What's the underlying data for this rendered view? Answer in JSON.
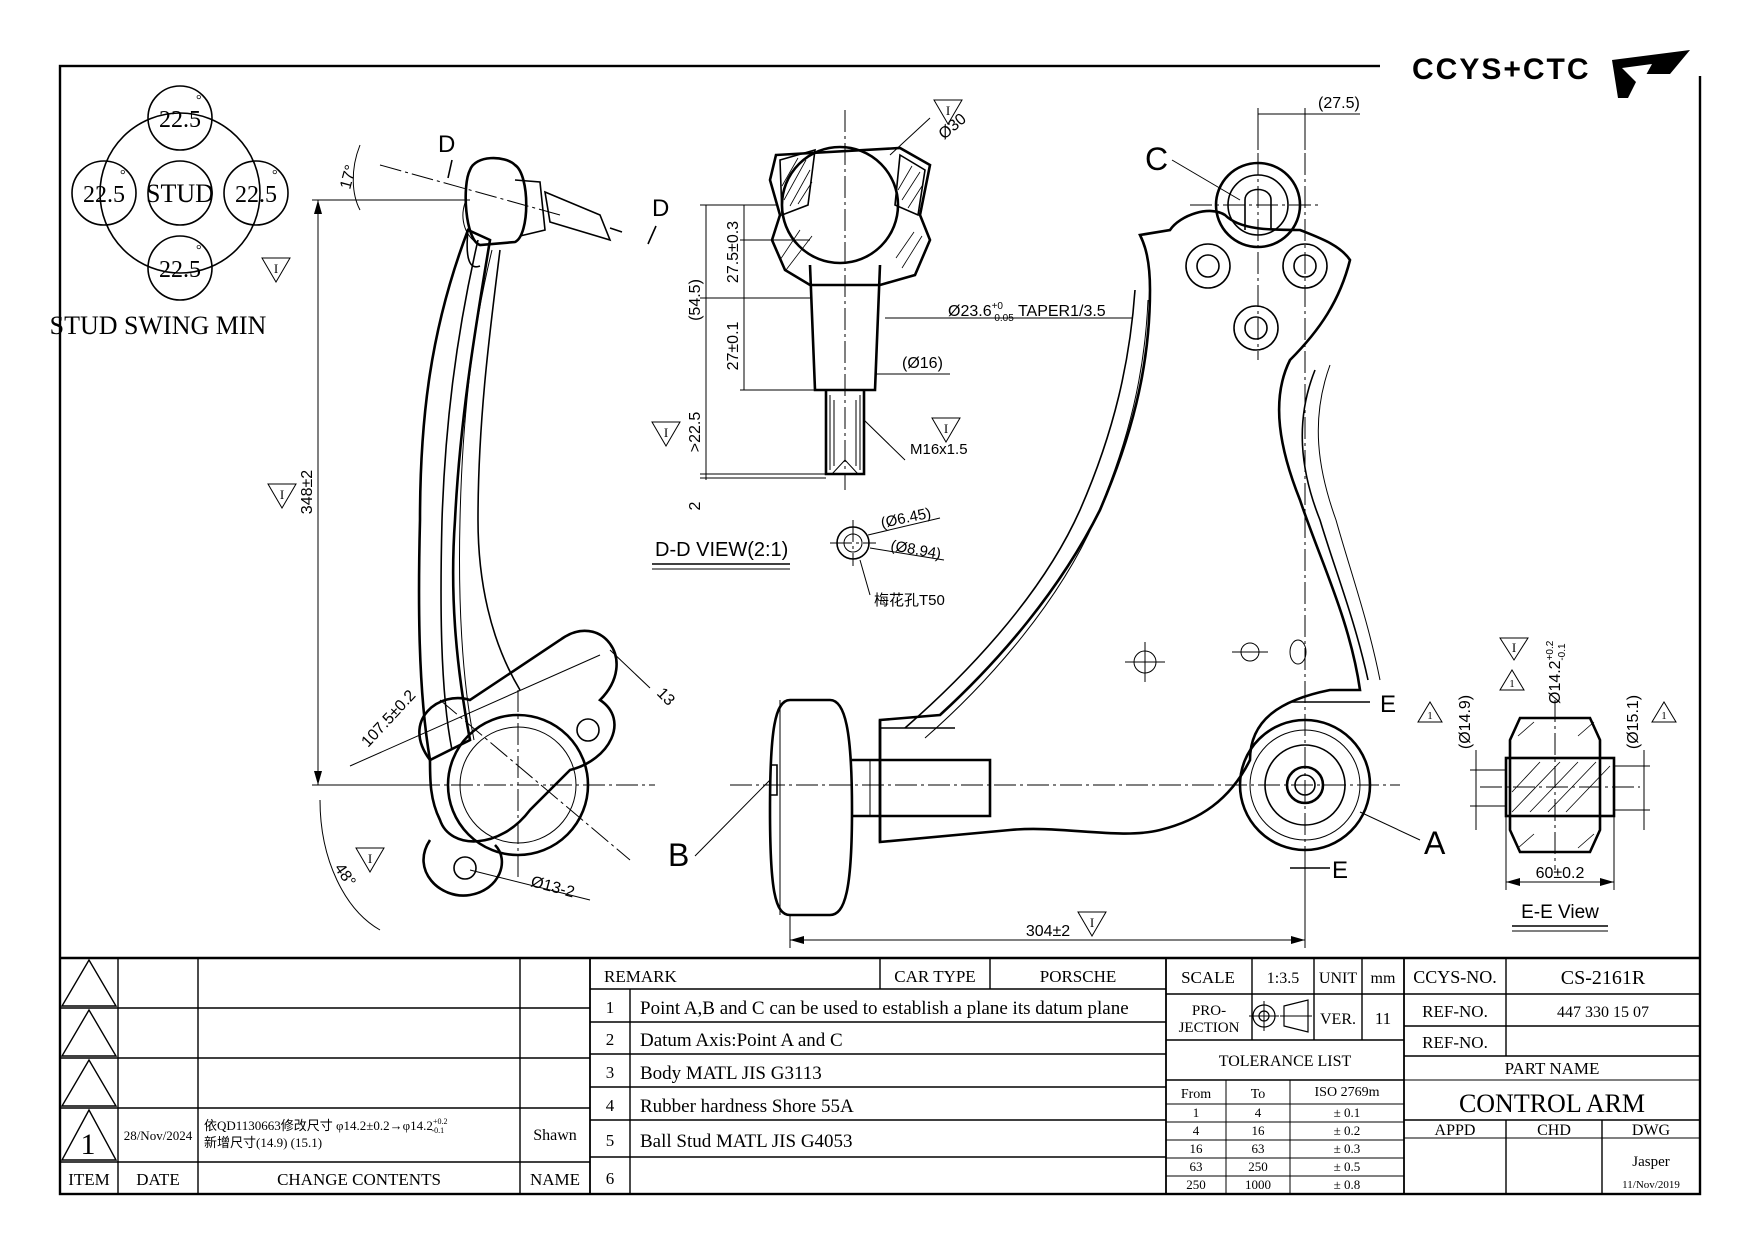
{
  "logo": {
    "text": "CCYS+CTC"
  },
  "stud_swing": {
    "title": "STUD SWING MIN",
    "center_label": "STUD",
    "angle_top": "22.5",
    "angle_left": "22.5",
    "angle_right": "22.5",
    "angle_bottom": "22.5",
    "degree_mark": "°"
  },
  "feature_mark": "I",
  "dimensions": {
    "stud_tilt": "17°",
    "section_d": "D",
    "height_348": "348±2",
    "dim_107": "107.5±0.2",
    "dim_13": "13",
    "dim_48": "48°",
    "hole_13": "Ø13-2",
    "label_b": "B",
    "dim_304": "304±2",
    "dia_30": "Ø30",
    "dim_54": "(54.5)",
    "dim_27_top": "27.5±0.3",
    "dim_27_low": "27±0.1",
    "taper": "Ø23.6",
    "taper_sup": "+0",
    "taper_sub": "-0.05",
    "taper_tail": " TAPER1/3.5",
    "dia_16": "(Ø16)",
    "thread": "M16x1.5",
    "min_22": ">22.5",
    "dim_2": "2",
    "dd_view": "D-D VIEW(2:1)",
    "dia_645": "(Ø6.45)",
    "dia_894": "(Ø8.94)",
    "torx": "梅花孔T50",
    "dim_275": "(27.5)",
    "label_c": "C",
    "label_e": "E",
    "label_a": "A",
    "dia_149": "(Ø14.9)",
    "dia_142": "Ø14.2",
    "dia_142_sup": "+0.2",
    "dia_142_sub": "-0.1",
    "dia_151": "(Ø15.1)",
    "dim_60": "60±0.2",
    "ee_view": "E-E View"
  },
  "revision_table": {
    "rows": [
      {
        "item": "",
        "date": "",
        "contents": "",
        "name": ""
      },
      {
        "item": "",
        "date": "",
        "contents": "",
        "name": ""
      },
      {
        "item": "",
        "date": "",
        "contents": "",
        "name": ""
      },
      {
        "item": "1",
        "date": "28/Nov/2024",
        "contents_line1": "依QD1130663修改尺寸 φ14.2±0.2→φ14.2",
        "contents_sup": "+0.2",
        "contents_sub": "-0.1",
        "contents_line2": "新增尺寸(14.9) (15.1)",
        "name": "Shawn"
      }
    ],
    "headers": {
      "item": "ITEM",
      "date": "DATE",
      "contents": "CHANGE CONTENTS",
      "name": "NAME"
    }
  },
  "remarks": {
    "header": "REMARK",
    "car_type_label": "CAR TYPE",
    "car_type": "PORSCHE",
    "items": [
      {
        "no": "1",
        "text": "Point A,B and C can be used to establish a plane its datum plane"
      },
      {
        "no": "2",
        "text": "Datum Axis:Point A and C"
      },
      {
        "no": "3",
        "text": "Body MATL JIS G3113"
      },
      {
        "no": "4",
        "text": "Rubber hardness Shore 55A"
      },
      {
        "no": "5",
        "text": "Ball Stud MATL JIS G4053"
      },
      {
        "no": "6",
        "text": ""
      }
    ]
  },
  "title_block": {
    "scale_label": "SCALE",
    "scale": "1:3.5",
    "unit_label": "UNIT",
    "unit": "mm",
    "projection_label_1": "PRO-",
    "projection_label_2": "JECTION",
    "ver_label": "VER.",
    "ver": "11",
    "ccys_no_label": "CCYS-NO.",
    "ccys_no": "CS-2161R",
    "ref_no_label": "REF-NO.",
    "ref_no": "447 330 15 07",
    "ref_no_label_2": "REF-NO.",
    "ref_no_2": "",
    "part_name_label": "PART NAME",
    "part_name": "CONTROL ARM",
    "appd_label": "APPD",
    "chd_label": "CHD",
    "dwg_label": "DWG",
    "drawn_by": "Jasper",
    "drawn_date": "11/Nov/2019"
  },
  "tolerance_list": {
    "title": "TOLERANCE LIST",
    "headers": [
      "From",
      "To",
      "ISO 2769m"
    ],
    "rows": [
      [
        "1",
        "4",
        "± 0.1"
      ],
      [
        "4",
        "16",
        "± 0.2"
      ],
      [
        "16",
        "63",
        "± 0.3"
      ],
      [
        "63",
        "250",
        "± 0.5"
      ],
      [
        "250",
        "1000",
        "± 0.8"
      ]
    ]
  }
}
